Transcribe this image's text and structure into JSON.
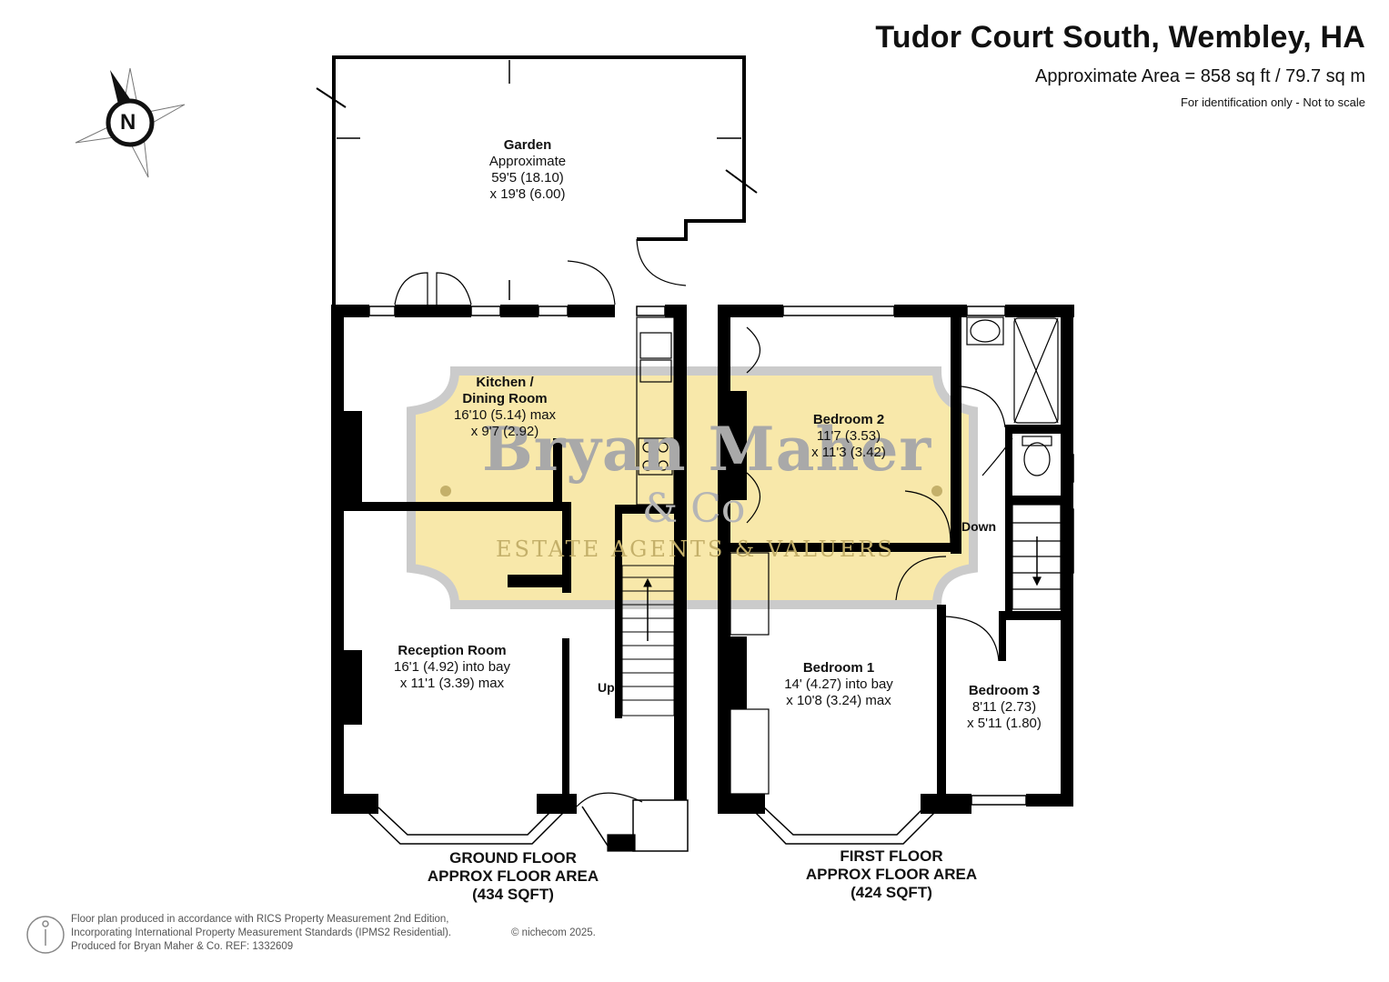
{
  "header": {
    "title": "Tudor Court South, Wembley, HA",
    "area": "Approximate Area = 858 sq ft / 79.7 sq m",
    "note": "For identification only - Not to scale"
  },
  "compass": {
    "label": "N"
  },
  "watermark": {
    "name": "Bryan Maher",
    "co": "& Co",
    "tagline": "ESTATE AGENTS & VALUERS"
  },
  "rooms": {
    "garden": {
      "name": "Garden",
      "line1": "Approximate",
      "line2": "59'5 (18.10)",
      "line3": "x 19'8 (6.00)"
    },
    "kitchen": {
      "name1": "Kitchen /",
      "name2": "Dining Room",
      "line1": "16'10 (5.14) max",
      "line2": "x 9'7 (2.92)"
    },
    "reception": {
      "name": "Reception Room",
      "line1": "16'1 (4.92) into bay",
      "line2": "x 11'1 (3.39) max"
    },
    "bedroom2": {
      "name": "Bedroom 2",
      "line1": "11'7 (3.53)",
      "line2": "x 11'3 (3.42)"
    },
    "bedroom1": {
      "name": "Bedroom 1",
      "line1": "14' (4.27) into bay",
      "line2": "x 10'8 (3.24) max"
    },
    "bedroom3": {
      "name": "Bedroom 3",
      "line1": "8'11 (2.73)",
      "line2": "x 5'11 (1.80)"
    }
  },
  "stairs": {
    "up": "Up",
    "down": "Down"
  },
  "floors": {
    "ground": {
      "line1": "GROUND FLOOR",
      "line2": "APPROX FLOOR AREA",
      "line3": "(434 SQFT)"
    },
    "first": {
      "line1": "FIRST FLOOR",
      "line2": "APPROX FLOOR AREA",
      "line3": "(424  SQFT)"
    }
  },
  "footer": {
    "line1": "Floor plan produced in accordance with RICS Property Measurement 2nd Edition,",
    "line2": "Incorporating International Property Measurement Standards (IPMS2 Residential).",
    "line3": "Produced for Bryan Maher & Co.   REF:  1332609",
    "copyright": "© nichecom 2025."
  },
  "colors": {
    "wall": "#000000",
    "watermark_fill": "#f8e7a6",
    "watermark_border": "#c9c9c9"
  }
}
